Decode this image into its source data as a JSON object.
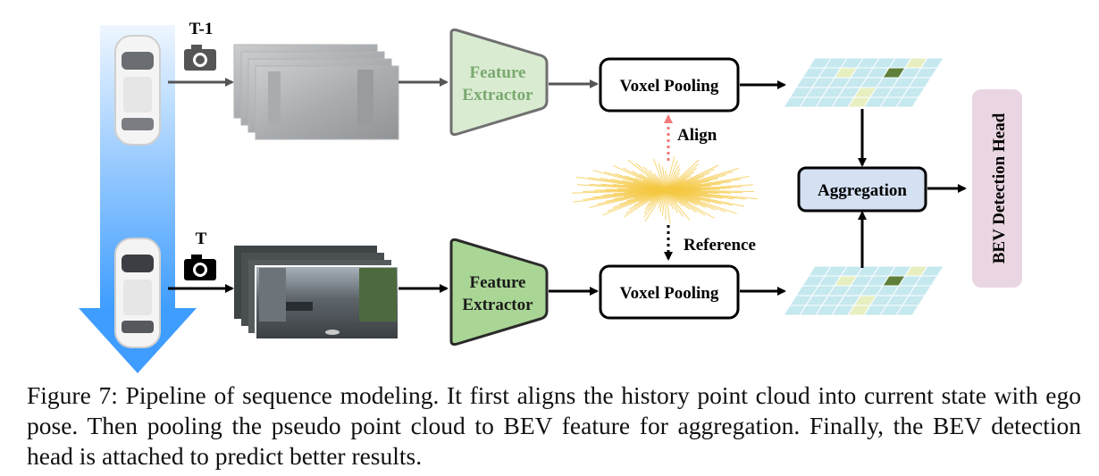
{
  "frames": {
    "prev_label": "T-1",
    "curr_label": "T"
  },
  "extractor_prev": {
    "line1": "Feature",
    "line2": "Extractor"
  },
  "extractor_curr": {
    "line1": "Feature",
    "line2": "Extractor"
  },
  "voxel_prev": {
    "label": "Voxel Pooling"
  },
  "voxel_curr": {
    "label": "Voxel Pooling"
  },
  "align_label": "Align",
  "reference_label": "Reference",
  "aggregation_label": "Aggregation",
  "head_label": "BEV Detection Head",
  "caption": "Figure 7: Pipeline of sequence modeling. It first aligns the history point cloud into current state with ego pose. Then pooling the pseudo point cloud to BEV feature for aggregation. Finally, the BEV detection head is attached to predict better results.",
  "colors": {
    "extractor_prev_fill": "#d9ecd2",
    "extractor_prev_stroke": "#707070",
    "extractor_prev_text": "#7aa870",
    "extractor_curr_fill": "#a9d695",
    "extractor_curr_stroke": "#2a2a2a",
    "aggregation_fill": "#d5e1f3",
    "head_fill": "#ead6e2",
    "align_arrow": "#f07a7a",
    "point_cloud": "#f5c842",
    "bev_grid": "#c6e8ef",
    "bev_highlight": "#e7efc1",
    "bev_dark": "#5f7f3b",
    "time_arrow_top": "#eaf4ff",
    "time_arrow_bottom": "#4aa3ff"
  },
  "icons": [
    "car-icon",
    "camera-icon",
    "point-cloud-icon",
    "bev-grid-icon",
    "arrow-icon"
  ]
}
